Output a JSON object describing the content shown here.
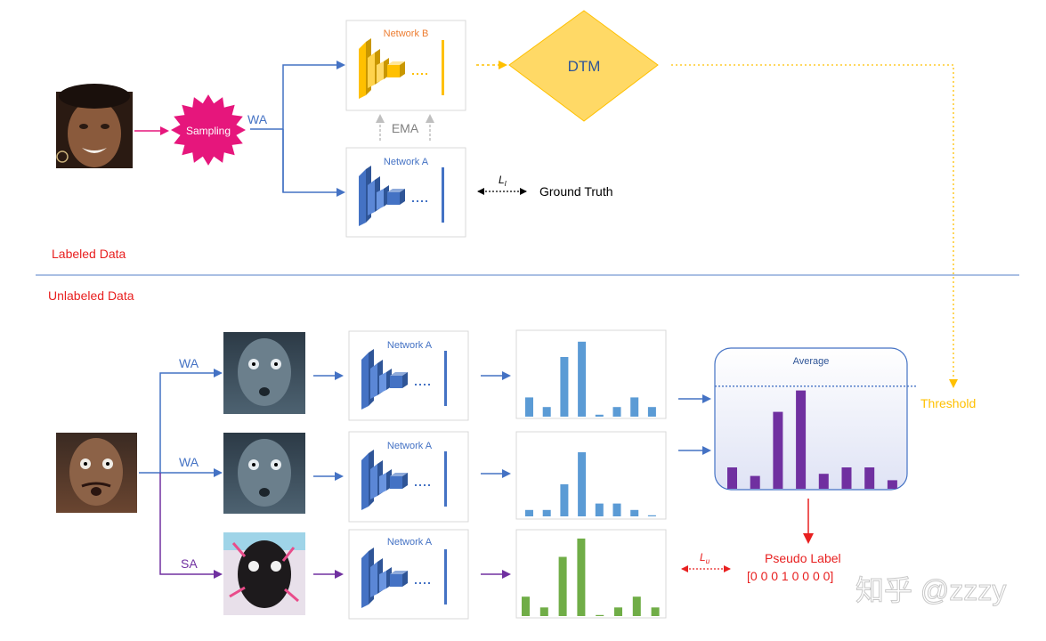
{
  "labels": {
    "labeled_data": "Labeled Data",
    "unlabeled_data": "Unlabeled Data",
    "sampling": "Sampling",
    "wa": "WA",
    "sa": "SA",
    "network_a": "Network A",
    "network_b": "Network B",
    "ema": "EMA",
    "dtm": "DTM",
    "loss_labeled": "L",
    "loss_labeled_sub": "l",
    "ground_truth": "Ground Truth",
    "threshold": "Threshold",
    "average": "Average",
    "loss_unlabeled": "L",
    "loss_unlabeled_sub": "u",
    "pseudo_label": "Pseudo Label",
    "pseudo_vector": "[0 0 0 1 0 0 0 0]",
    "watermark": "知乎 @zzzy"
  },
  "chart_data": [
    {
      "type": "bar",
      "title": "",
      "series": [
        {
          "color": "#5b9bd5",
          "values": [
            2.0,
            1.0,
            6.2,
            7.8,
            0.2,
            1.0,
            2.0,
            1.0
          ]
        }
      ]
    },
    {
      "type": "bar",
      "title": "",
      "series": [
        {
          "color": "#5b9bd5",
          "values": [
            0.6,
            0.6,
            3.0,
            6.0,
            1.2,
            1.2,
            0.6,
            0.1
          ]
        }
      ]
    },
    {
      "type": "bar",
      "title": "",
      "series": [
        {
          "color": "#70ad47",
          "values": [
            1.8,
            0.8,
            5.5,
            7.2,
            0.1,
            0.8,
            1.8,
            0.8
          ]
        }
      ]
    },
    {
      "type": "bar",
      "title": "Average",
      "threshold": 4.8,
      "series": [
        {
          "color": "#7030a0",
          "values": [
            1.0,
            0.6,
            3.6,
            4.6,
            0.7,
            1.0,
            1.0,
            0.4
          ]
        }
      ]
    }
  ],
  "colors": {
    "blue": "#4472c4",
    "orange": "#ffc000",
    "green": "#70ad47",
    "purple": "#7030a0",
    "red": "#e82020",
    "magenta": "#e6167c"
  }
}
